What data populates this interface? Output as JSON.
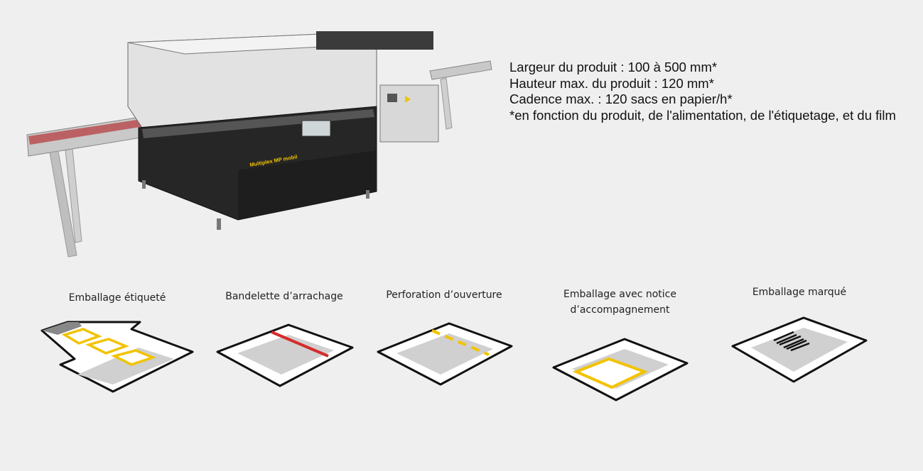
{
  "specs": {
    "line1": "Largeur du produit : 100 à 500 mm*",
    "line2": "Hauteur max. du produit : 120 mm*",
    "line3": "Cadence max. : 120 sacs en papier/h*",
    "line4": "*en fonction du produit, de l'alimentation, de l'étiquetage, et du film"
  },
  "machine": {
    "brand_label": "Multiplex MP mobil"
  },
  "packaging_types": [
    {
      "label": "Emballage étiqueté",
      "icon": "labeled-package-icon"
    },
    {
      "label": "Bandelette d’arrachage",
      "icon": "tear-strip-package-icon"
    },
    {
      "label": "Perforation d’ouverture",
      "icon": "perforation-package-icon"
    },
    {
      "label": "Emballage avec notice d’accompagnement",
      "icon": "leaflet-package-icon"
    },
    {
      "label": "Emballage marqué",
      "icon": "barcode-package-icon"
    }
  ],
  "colors": {
    "background": "#efefef",
    "accent_yellow": "#f2c300",
    "tear_strip_red": "#d62b2b",
    "outline": "#111111",
    "inner_gray": "#d0d0d0"
  }
}
